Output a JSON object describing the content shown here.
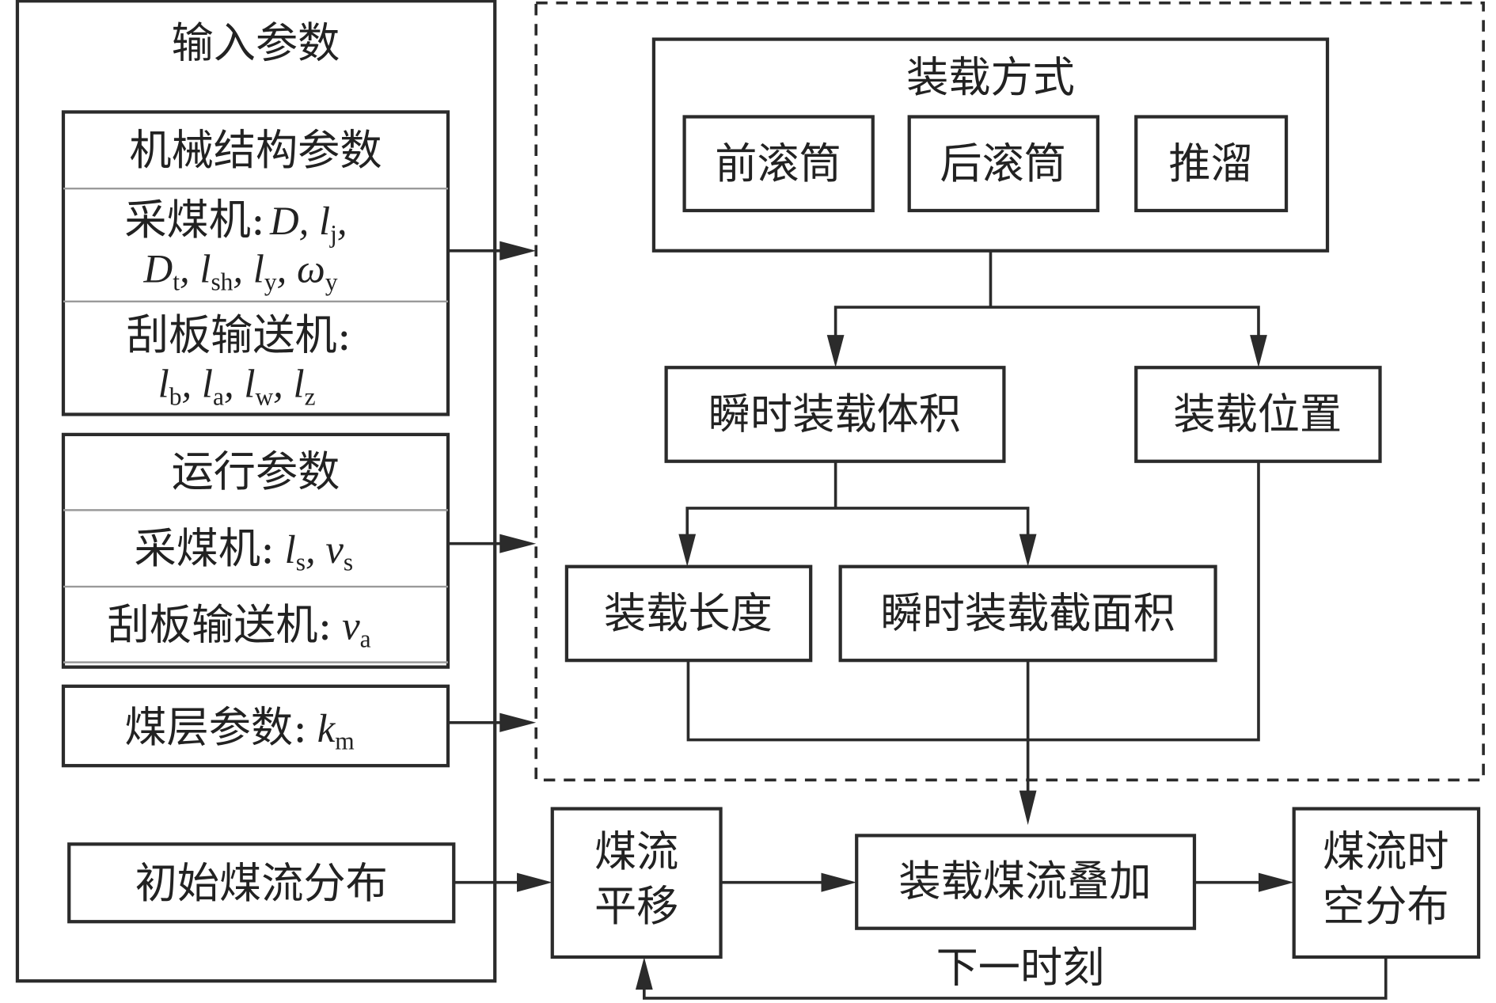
{
  "input_panel": {
    "title": "输入参数",
    "mechanical": {
      "title": "机械结构参数",
      "shearer_label": "采煤机:",
      "shearer_line1": "D, l_j,",
      "shearer_line2": "D_t, l_sh, l_y, ω_y",
      "conveyor_label": "刮板输送机:",
      "conveyor_line": "l_b, l_a, l_w, l_z"
    },
    "operating": {
      "title": "运行参数",
      "shearer": "采煤机: l_s, v_s",
      "conveyor": "刮板输送机: v_a"
    },
    "seam": {
      "label": "煤层参数:",
      "param": "k_m"
    }
  },
  "initial": "初始煤流分布",
  "loading_mode": {
    "title": "装载方式",
    "options": [
      "前滚筒",
      "后滚筒",
      "推溜"
    ]
  },
  "nodes": {
    "volume": "瞬时装载体积",
    "position": "装载位置",
    "length": "装载长度",
    "section": "瞬时装载截面积",
    "translate_l1": "煤流",
    "translate_l2": "平移",
    "superpose": "装载煤流叠加",
    "result_l1": "煤流时",
    "result_l2": "空分布"
  },
  "feedback_label": "下一时刻"
}
